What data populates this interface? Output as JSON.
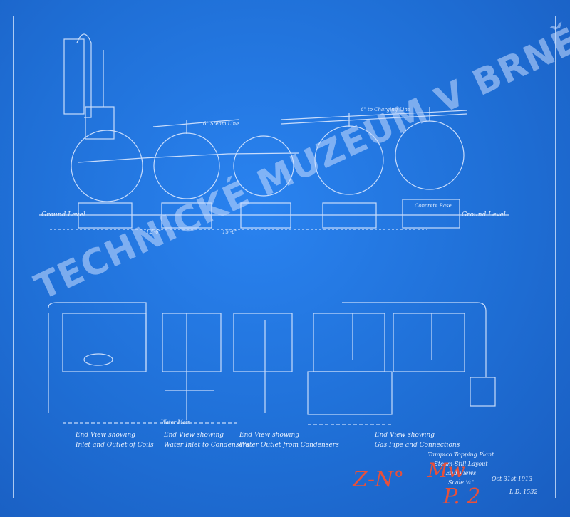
{
  "watermark": "TECHNICKÉ MUZEUM V BRNĚ",
  "title_block": {
    "line1": "Tampico Topping Plant",
    "line2": "Steam-Still Layout",
    "line3": "End Views",
    "line4": "Scale ¼\"",
    "date": "Oct 31st 1913",
    "drawing_no": "L.D. 1532"
  },
  "captions": [
    {
      "line1": "End View showing",
      "line2": "Inlet and Outlet of Coils"
    },
    {
      "line1": "End View showing",
      "line2": "Water Inlet to Condensers"
    },
    {
      "line1": "End View showing",
      "line2": "Water Outlet from Condensers"
    },
    {
      "line1": "End View showing",
      "line2": "Gas Pipe and Connections"
    }
  ],
  "upper_labels": {
    "ground_left": "Ground Level",
    "ground_right": "Ground Level",
    "steam_line": "6\" Steam Line",
    "charging_line": "6\" to Charging Line",
    "concrete_base": "Concrete Base",
    "dim_a": "12'-6\"",
    "dim_b": "15'-6\""
  },
  "lower_labels": {
    "water_main": "Water Main"
  },
  "red_marks": {
    "zn": "Z-N°",
    "sig": "Mw",
    "num": "P. 2"
  },
  "colors": {
    "paper": "#1f6fd6",
    "lines": "#dbe8ff",
    "red": "#e8503a"
  }
}
